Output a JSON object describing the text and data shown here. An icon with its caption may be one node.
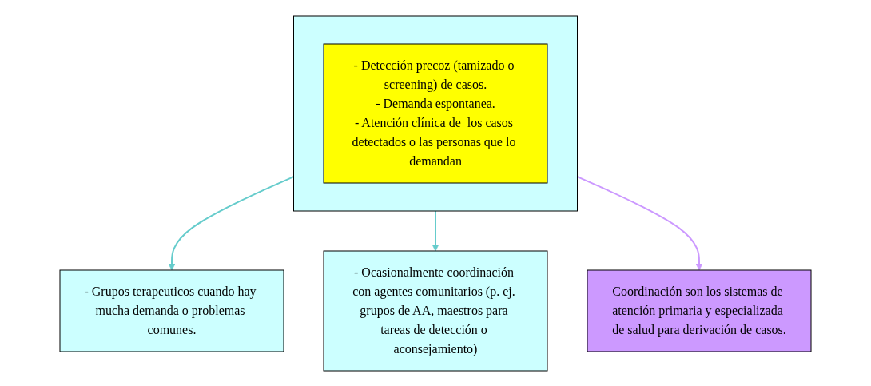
{
  "diagram": {
    "nodes": [
      {
        "text": [
          "- Grupos terapeuticos cuando hay mucha demanda o problemas comunes."
        ]
      },
      {
        "text": [],
        "shape": "box"
      },
      {
        "text": [
          "- Detección precoz (tamizado o screening) de casos.",
          "- Demanda espontanea.",
          "- Atención clínica de  los casos detectados o las personas que lo demandan"
        ],
        "in": 1
      },
      {
        "text": [
          "- Ocasionalmente coordinación con agentes comunitarios (p. ej. grupos de AA, maestros para tareas de detección o aconsejamiento)"
        ]
      },
      {
        "text": [
          "Coordinación son los sistemas de atención primaria y especializada de salud para derivación de casos."
        ]
      }
    ],
    "edges": [
      {
        "from": 1,
        "to": 0,
        "arrow": "to"
      },
      {
        "from": 1,
        "to": 3,
        "arrow": "to"
      },
      {
        "from": 1,
        "to": 4,
        "arrow": "to",
        "color": "#cc99ff"
      }
    ]
  }
}
